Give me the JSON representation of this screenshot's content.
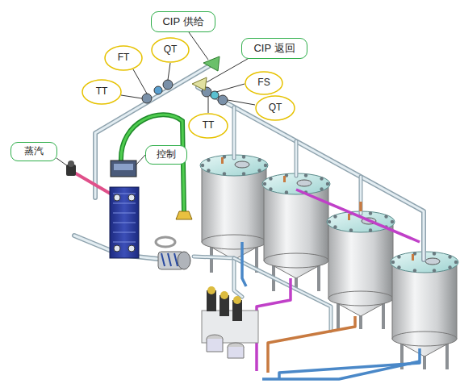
{
  "diagram": {
    "nodes": [
      {
        "text": [
          "CIP 供给"
        ]
      },
      {
        "text": [
          "QT"
        ]
      },
      {
        "text": [
          "CIP 返回"
        ]
      },
      {
        "text": [
          "FT"
        ]
      },
      {
        "text": [
          "FS"
        ]
      },
      {
        "text": [
          "TT"
        ]
      },
      {
        "text": [
          "QT"
        ]
      },
      {
        "text": [
          "TT"
        ]
      },
      {
        "text": [
          "蒸汽"
        ]
      },
      {
        "text": [
          "控制"
        ]
      }
    ]
  }
}
